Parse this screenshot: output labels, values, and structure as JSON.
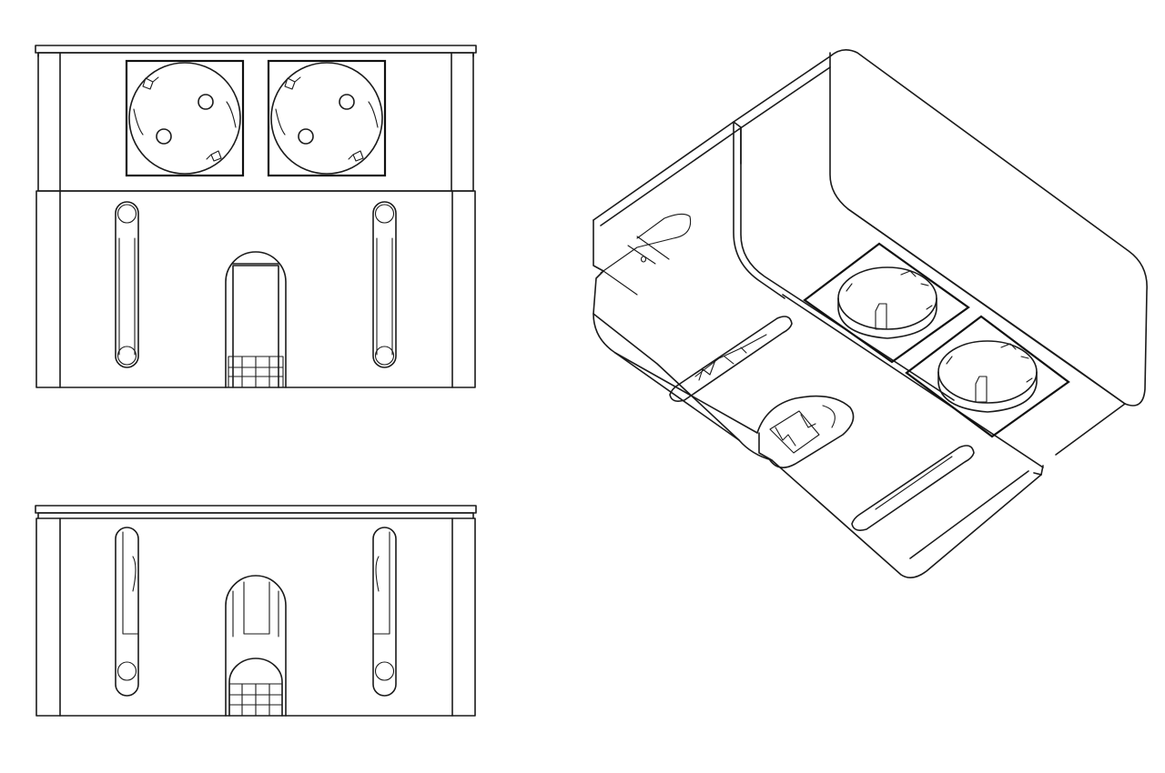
{
  "drawing": {
    "views": [
      {
        "id": "front-view",
        "socket_count": 2
      },
      {
        "id": "rear-view",
        "socket_count": 0
      },
      {
        "id": "isometric-view",
        "socket_count": 2
      }
    ],
    "colors": {
      "line": "#1a1a1a",
      "background": "#ffffff"
    }
  }
}
